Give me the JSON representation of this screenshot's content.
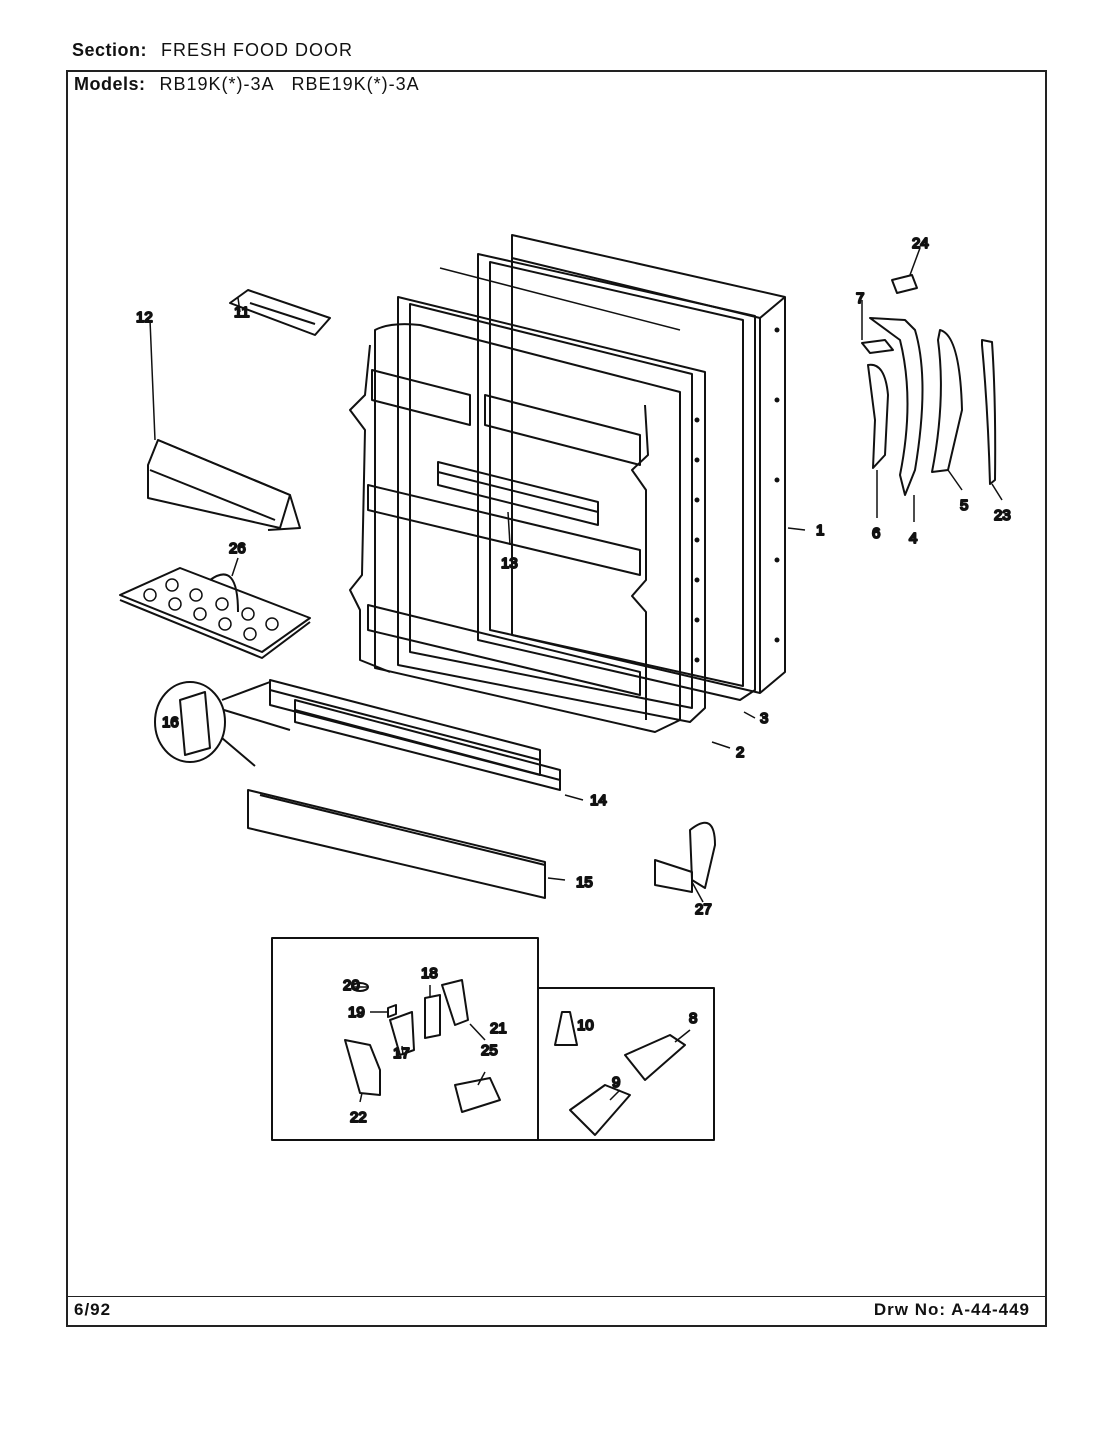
{
  "header": {
    "section_label": "Section:",
    "section_value": "FRESH FOOD DOOR",
    "models_label": "Models:",
    "models_value": "RB19K(*)-3A   RBE19K(*)-3A"
  },
  "footer": {
    "date": "6/92",
    "drawing_number": "Drw No: A-44-449"
  },
  "callouts": {
    "p1": "1",
    "p2": "2",
    "p3": "3",
    "p4": "4",
    "p5": "5",
    "p6": "6",
    "p7": "7",
    "p8": "8",
    "p9": "9",
    "p10": "10",
    "p11": "11",
    "p12": "12",
    "p13": "13",
    "p14": "14",
    "p15": "15",
    "p16": "16",
    "p17": "17",
    "p18": "18",
    "p19": "19",
    "p20": "20",
    "p21": "21",
    "p22": "22",
    "p23": "23",
    "p24": "24",
    "p25": "25",
    "p26": "26",
    "p27": "27"
  }
}
